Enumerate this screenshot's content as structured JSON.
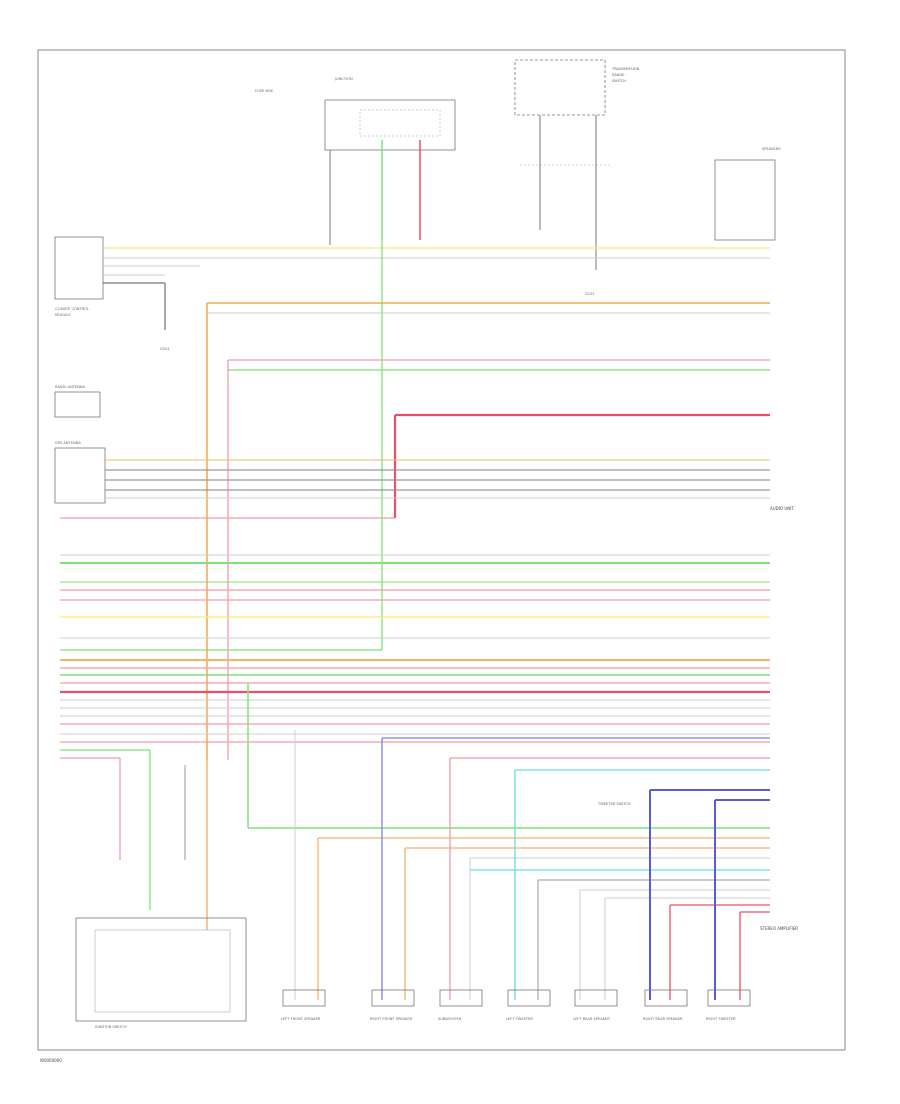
{
  "diagram": {
    "footer_code": "W0000000",
    "colors": {
      "yellow": "#f4ee7a",
      "orange": "#f5b46a",
      "green": "#7fe07a",
      "pink": "#f59aa8",
      "red": "#e8506a",
      "blue": "#7f7ff0",
      "cyan": "#66dde0",
      "lightgray": "#cfcfcf",
      "darkgray": "#9a9a9a",
      "black": "#555555"
    },
    "labels": {
      "head_unit": "AUDIO UNIT",
      "junction": "JUNCTION BOX",
      "trans_range": "TRANSMISSION RANGE SWITCH",
      "speakers_conn": "SPEAKERS",
      "climate": "CLIMATE CONTROL MODULE",
      "radio_ant": "RADIO ANTENNA",
      "gps_ant": "GPS ANTENNA",
      "audio_unit": "AUDIO UNIT",
      "amp": "STEREO AMPLIFIER",
      "ground_g1": "G101",
      "ground_g2": "G201",
      "tweeter_sw": "TWEETER SWITCH",
      "ignition_sw": "IGNITION SWITCH",
      "fuse_box": "FUSE BOX"
    },
    "speakers": [
      {
        "name": "LEFT FRONT SPEAKER"
      },
      {
        "name": "RIGHT FRONT SPEAKER"
      },
      {
        "name": "SUBWOOFER"
      },
      {
        "name": "LEFT TWEETER"
      },
      {
        "name": "LEFT REAR SPEAKER"
      },
      {
        "name": "RIGHT REAR SPEAKER"
      },
      {
        "name": "RIGHT TWEETER"
      }
    ]
  }
}
